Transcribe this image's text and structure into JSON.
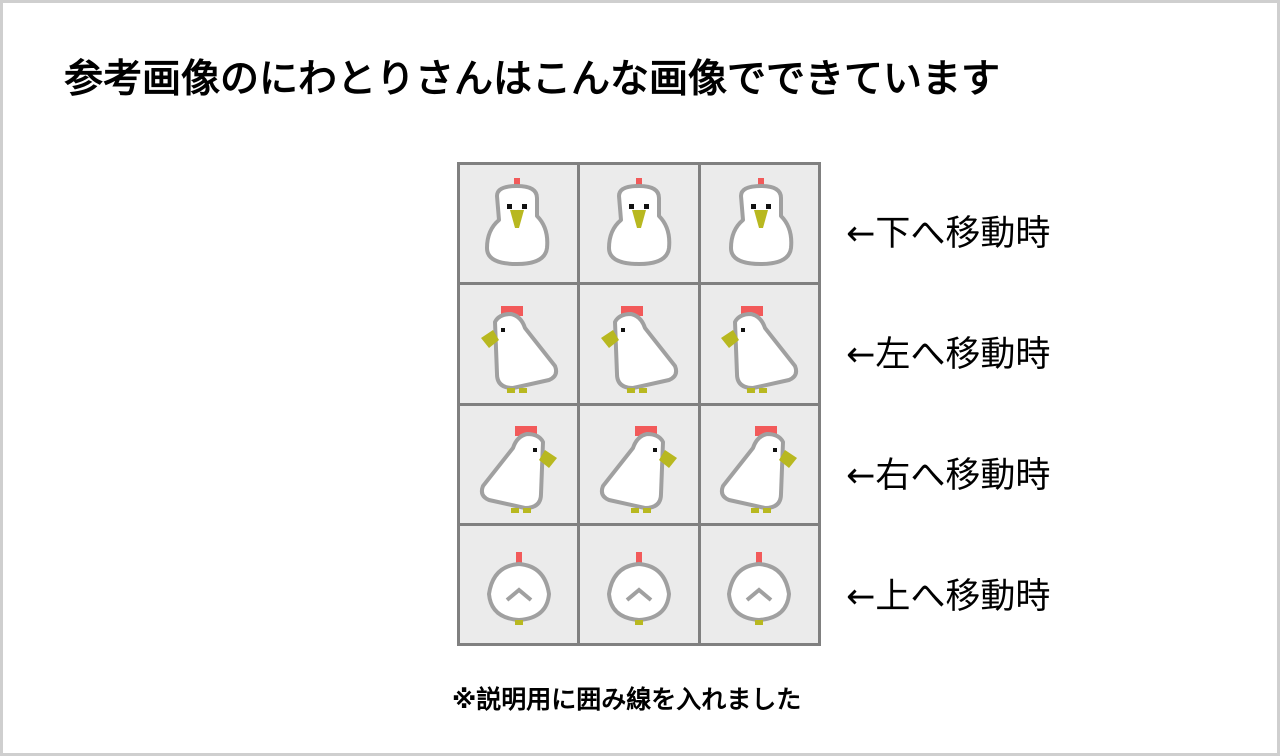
{
  "title": "参考画像のにわとりさんはこんな画像でできています",
  "rows": [
    {
      "direction": "down",
      "label": "←下へ移動時"
    },
    {
      "direction": "left",
      "label": "←左へ移動時"
    },
    {
      "direction": "right",
      "label": "←右へ移動時"
    },
    {
      "direction": "up",
      "label": "←上へ移動時"
    }
  ],
  "frames_per_row": 3,
  "note": "※説明用に囲み線を入れました",
  "colors": {
    "outline": "#a0a0a0",
    "body": "#ffffff",
    "comb": "#f25a5a",
    "beak": "#b8b820",
    "grid": "#808080",
    "cell": "#ebebeb"
  }
}
